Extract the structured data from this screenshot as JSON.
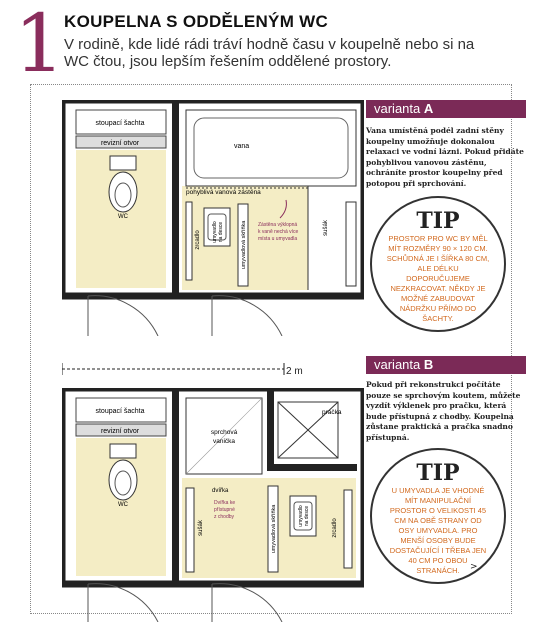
{
  "header": {
    "number": "1",
    "title": "KOUPELNA S ODDĚLENÝM WC",
    "intro": "V rodině, kde lidé rádi tráví hodně času v koupelně nebo si na WC čtou, jsou lepším řešením oddělené prostory."
  },
  "variant_a": {
    "label_prefix": "varianta",
    "label_letter": "A",
    "text": "Vana umístěná podél zadní stěny koupelny umožňuje dokonalou relaxaci ve vodní lázni. Pokud přidáte pohyblivou vanovou zástěnu, ochráníte prostor koupelny před potopou při sprchování.",
    "tip_title": "TIP",
    "tip_text": "PROSTOR PRO WC BY MĚL MÍT ROZMĚRY 90 × 120 CM. SCHŮDNÁ JE I ŠÍŘKA 80 CM, ALE DÉLKU DOPORUČUJEME NEZKRACOVAT. NĚKDY JE MOŽNÉ ZABUDOVAT NÁDRŽKU PŘÍMO DO ŠACHTY.",
    "plan": {
      "stoupaci": "stoupací šachta",
      "revizni": "revizní otvor",
      "wc": "WC",
      "vana": "vana",
      "zastena": "pohyblivá vanová zástěna",
      "zrcadlo": "zrcadlo",
      "umyvadlo_1": "umyvadlo",
      "umyvadlo_2": "na desce",
      "skrinka": "umyvadlová skříňka",
      "susak": "sušák",
      "note_1": "Zástěna výklopná",
      "note_2": "k vaně nechá více",
      "note_3": "místa u umyvadla"
    }
  },
  "scale": {
    "label": "2 m"
  },
  "variant_b": {
    "label_prefix": "varianta",
    "label_letter": "B",
    "text": "Pokud při rekonstrukci počítáte pouze se sprchovým koutem, můžete vyzdít výklenek pro pračku, která bude přístupná z chodby. Koupelna zůstane praktická a pračka snadno přístupná.",
    "tip_title": "TIP",
    "tip_text": "U UMYVADLA JE VHODNÉ MÍT MANIPULAČNÍ PROSTOR O VELIKOSTI 45 CM NA OBĚ STRANY OD OSY UMYVADLA. PRO MENŠÍ OSOBY BUDE DOSTAČUJÍCÍ I TŘEBA JEN 40 CM PO OBOU STRANÁCH.",
    "tip_arrow": ">",
    "plan": {
      "stoupaci": "stoupací šachta",
      "revizni": "revizní otvor",
      "wc": "WC",
      "sprcha_1": "sprchová",
      "sprcha_2": "vanička",
      "dvirka": "dvířka",
      "pracka": "pračka",
      "susak": "sušák",
      "skrinka": "umyvadlová skříňka",
      "umyvadlo_1": "umyvadlo",
      "umyvadlo_2": "na desce",
      "zrcadlo": "zrcadlo",
      "note_1": "Dvířka ke",
      "note_2": "přístupné",
      "note_3": "z chodby"
    }
  }
}
